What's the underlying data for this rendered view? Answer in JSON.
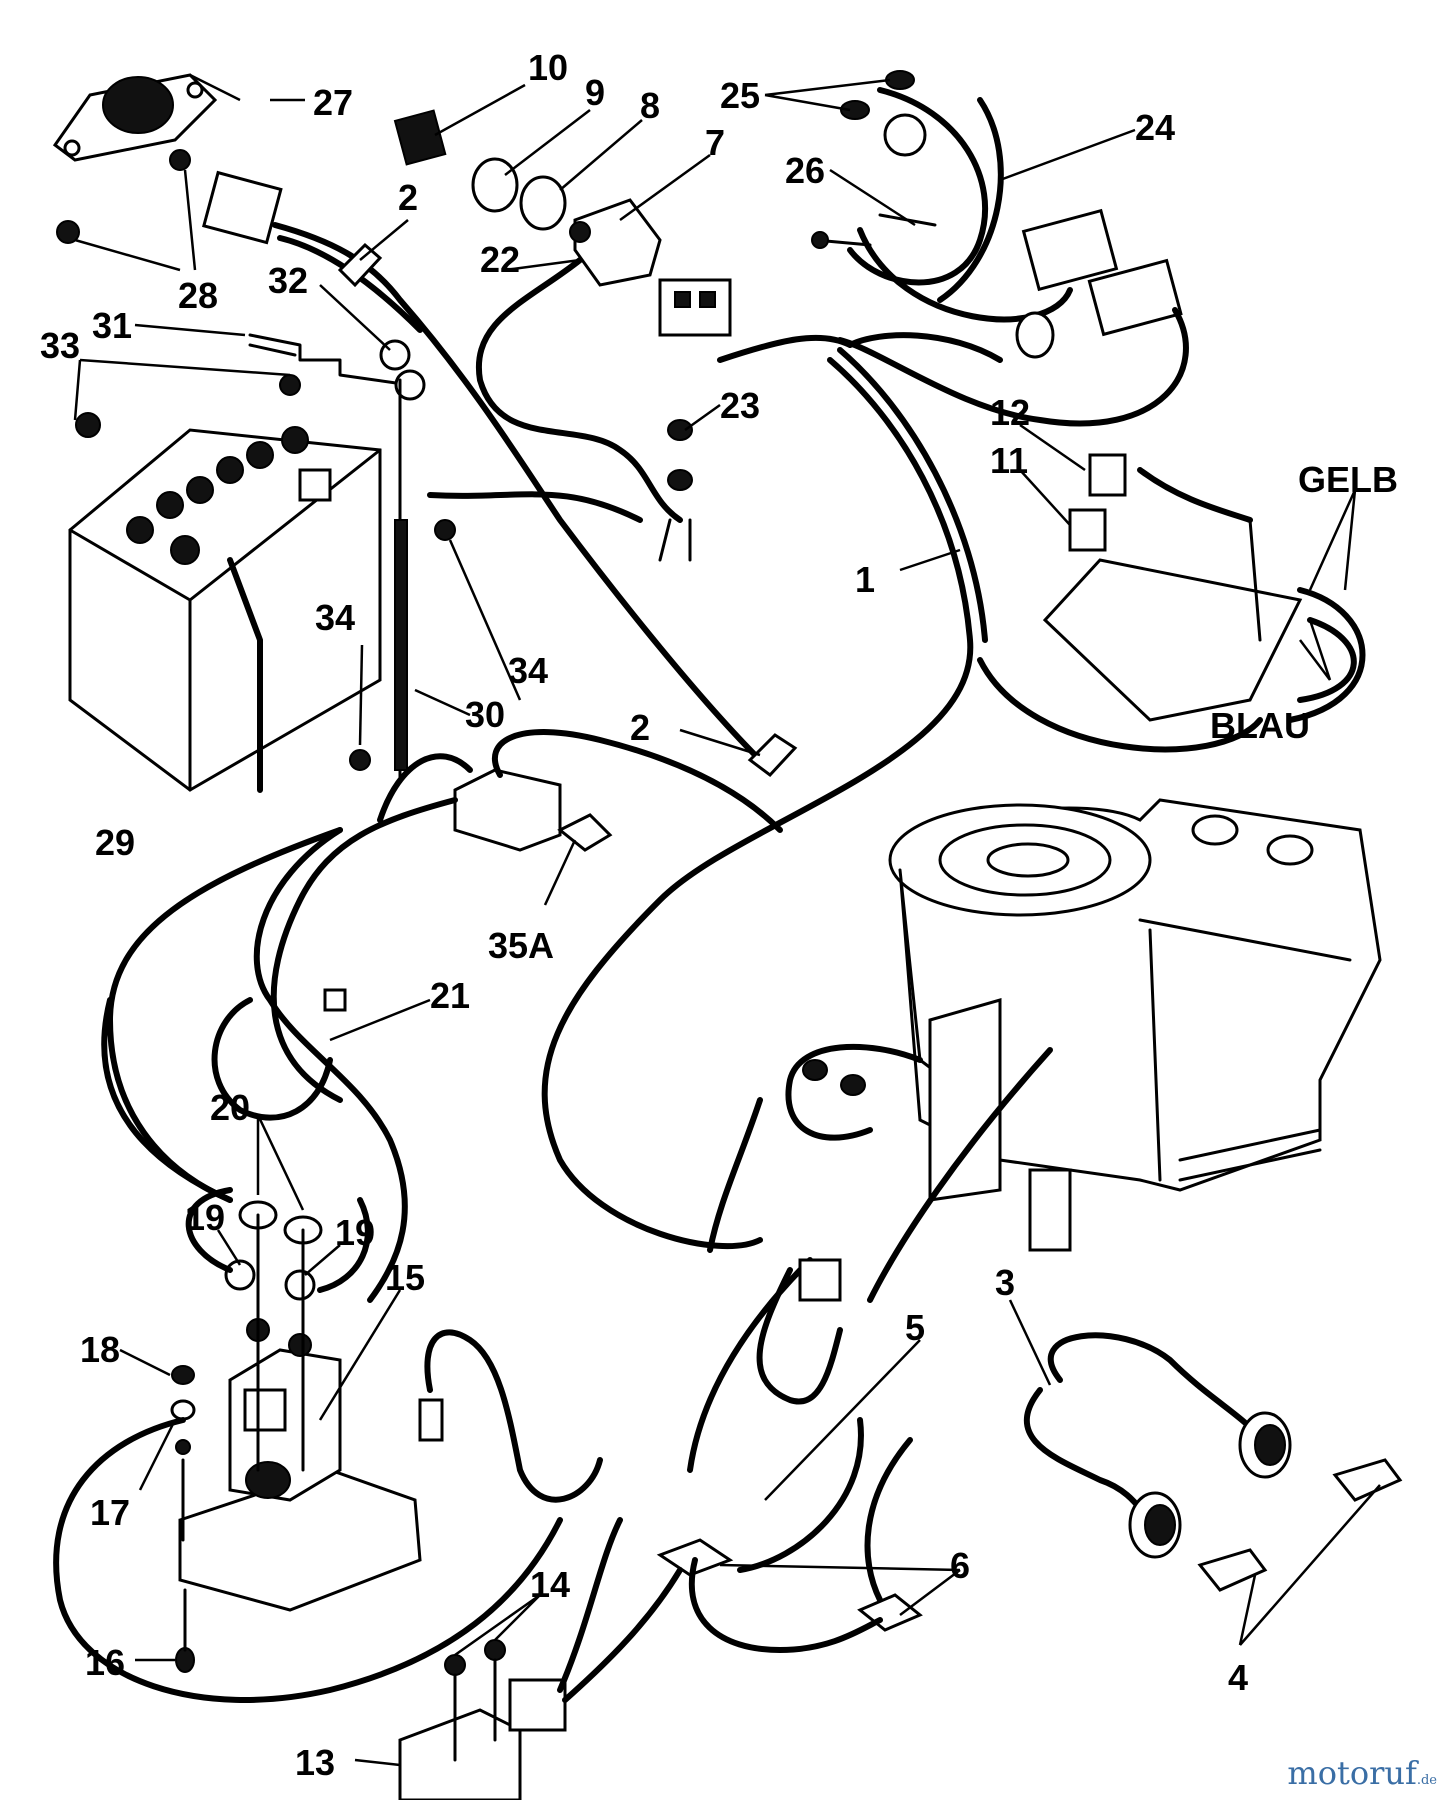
{
  "diagram": {
    "callouts": {
      "c1": "1",
      "c2a": "2",
      "c2b": "2",
      "c3": "3",
      "c4": "4",
      "c5": "5",
      "c6": "6",
      "c7": "7",
      "c8": "8",
      "c9": "9",
      "c10": "10",
      "c11": "11",
      "c12": "12",
      "c13": "13",
      "c14": "14",
      "c15": "15",
      "c16": "16",
      "c17": "17",
      "c18": "18",
      "c19a": "19",
      "c19b": "19",
      "c20": "20",
      "c21": "21",
      "c22": "22",
      "c23": "23",
      "c24": "24",
      "c25": "25",
      "c26": "26",
      "c27": "27",
      "c28": "28",
      "c29": "29",
      "c30": "30",
      "c31": "31",
      "c32": "32",
      "c33": "33",
      "c34a": "34",
      "c34b": "34",
      "c35a": "35A"
    },
    "wire_labels": {
      "gelb": "GELB",
      "blau": "BLAU"
    }
  },
  "watermark": {
    "brand": "motoruf",
    "suffix": ".de"
  }
}
